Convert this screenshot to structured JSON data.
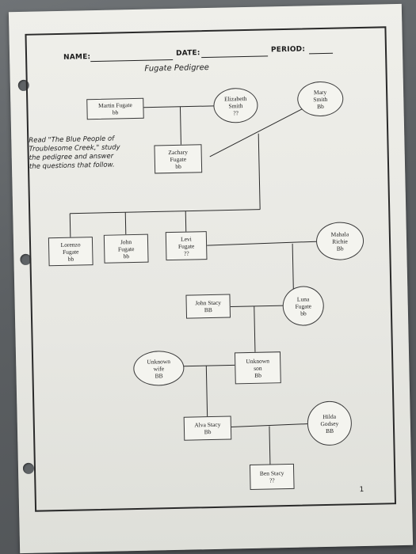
{
  "header": {
    "name_label": "NAME:",
    "date_label": "DATE:",
    "period_label": "PERIOD:"
  },
  "title": "Fugate Pedigree",
  "instructions": "Read \"The Blue People of Troublesome Creek,\" study the pedigree and answer the questions that follow.",
  "people": {
    "martin": {
      "name": "Martin Fugate",
      "genotype": "bb"
    },
    "elizabeth": {
      "name": "Elizabeth Smith",
      "genotype": "??"
    },
    "mary": {
      "name": "Mary Smith",
      "genotype": "Bb"
    },
    "zachary": {
      "name": "Zachary Fugate",
      "genotype": "bb"
    },
    "lorenzo": {
      "name": "Lorenzo Fugate",
      "genotype": "bb"
    },
    "john_f": {
      "name": "John Fugate",
      "genotype": "bb"
    },
    "levi": {
      "name": "Levi Fugate",
      "genotype": "??"
    },
    "mahala": {
      "name": "Mahala Richie",
      "genotype": "Bb"
    },
    "john_stacy": {
      "name": "John Stacy",
      "genotype": "BB"
    },
    "luna": {
      "name": "Luna Fugate",
      "genotype": "bb"
    },
    "unknown_wife": {
      "name": "Unknown wife",
      "genotype": "BB"
    },
    "unknown_son": {
      "name": "Unknown son",
      "genotype": "Bb"
    },
    "alva": {
      "name": "Alva Stacy",
      "genotype": "Bb"
    },
    "hilda": {
      "name": "Hilda Godsey",
      "genotype": "BB"
    },
    "ben": {
      "name": "Ben Stacy",
      "genotype": "??"
    }
  },
  "page_number": "1",
  "colors": {
    "paper": "#ececE7",
    "ink": "#1e1e1e",
    "background": "#5e6265"
  }
}
